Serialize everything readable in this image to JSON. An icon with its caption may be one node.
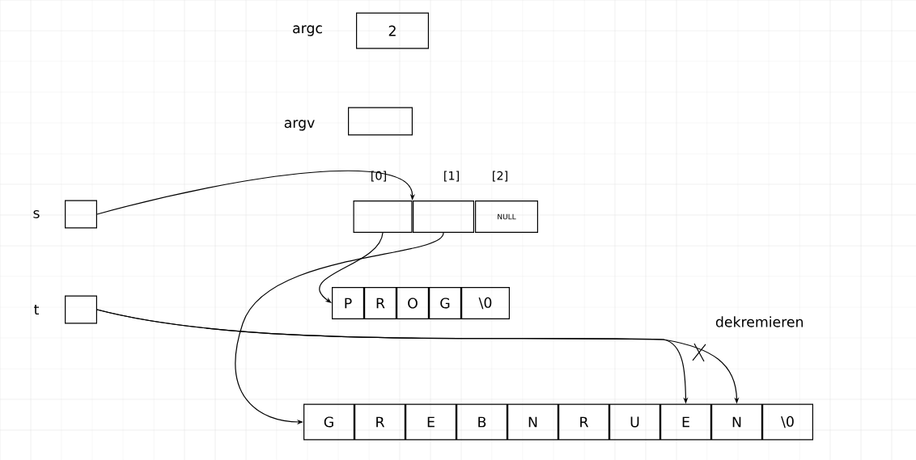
{
  "diagram": {
    "nodes": [
      {
        "text": [
          "2"
        ],
        "beside": [
          "argc"
        ]
      },
      {
        "text": [],
        "shape": "box",
        "beside": [
          "argv"
        ]
      },
      {
        "text": [],
        "shape": "box",
        "beside": [
          "s"
        ]
      },
      {
        "text": [],
        "shape": "box",
        "beside": [
          "t"
        ]
      },
      {
        "text": [],
        "shape": "box",
        "beside": [
          "[0]"
        ]
      },
      {
        "text": [],
        "shape": "box",
        "beside": [
          "[1]"
        ]
      },
      {
        "text": [
          "NULL"
        ],
        "beside": [
          "[2]"
        ]
      },
      {
        "text": [
          "P"
        ]
      },
      {
        "text": [
          "R"
        ]
      },
      {
        "text": [
          "O"
        ]
      },
      {
        "text": [
          "G"
        ]
      },
      {
        "text": [
          "\\0"
        ]
      },
      {
        "text": [
          "G"
        ]
      },
      {
        "text": [
          "R"
        ]
      },
      {
        "text": [
          "E"
        ]
      },
      {
        "text": [
          "B"
        ]
      },
      {
        "text": [
          "N"
        ]
      },
      {
        "text": [
          "R"
        ]
      },
      {
        "text": [
          "U"
        ]
      },
      {
        "text": [
          "E"
        ]
      },
      {
        "text": [
          "N"
        ]
      },
      {
        "text": [
          "\\0"
        ]
      }
    ],
    "edges": [
      {
        "from": 2,
        "to": 4,
        "arrow": "to"
      },
      {
        "from": 4,
        "to": 7,
        "arrow": "to"
      },
      {
        "from": 5,
        "to": 12,
        "arrow": "to"
      },
      {
        "from": 3,
        "to": 19,
        "arrow": "to"
      },
      {
        "from": 3,
        "to": 20,
        "arrow": "to"
      }
    ],
    "labels": [
      "dekremieren"
    ]
  }
}
